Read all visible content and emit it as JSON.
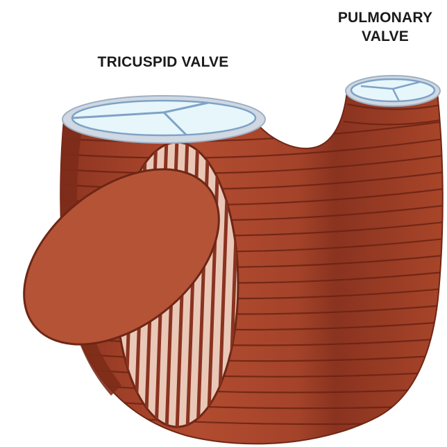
{
  "labels": {
    "tricuspid": "TRICUSPID VALVE",
    "pulmonary_line1": "PULMONARY",
    "pulmonary_line2": "VALVE"
  },
  "colors": {
    "muscle": "#a9452b",
    "muscle_dark": "#7d2c1a",
    "muscle_light": "#c56b4e",
    "fiber": "#6e2615",
    "valve_rim": "#cfd8e3",
    "valve_fill": "#e6f6fb",
    "valve_line": "#7fa2c5",
    "septum_fiber": "#e9c8b8"
  }
}
